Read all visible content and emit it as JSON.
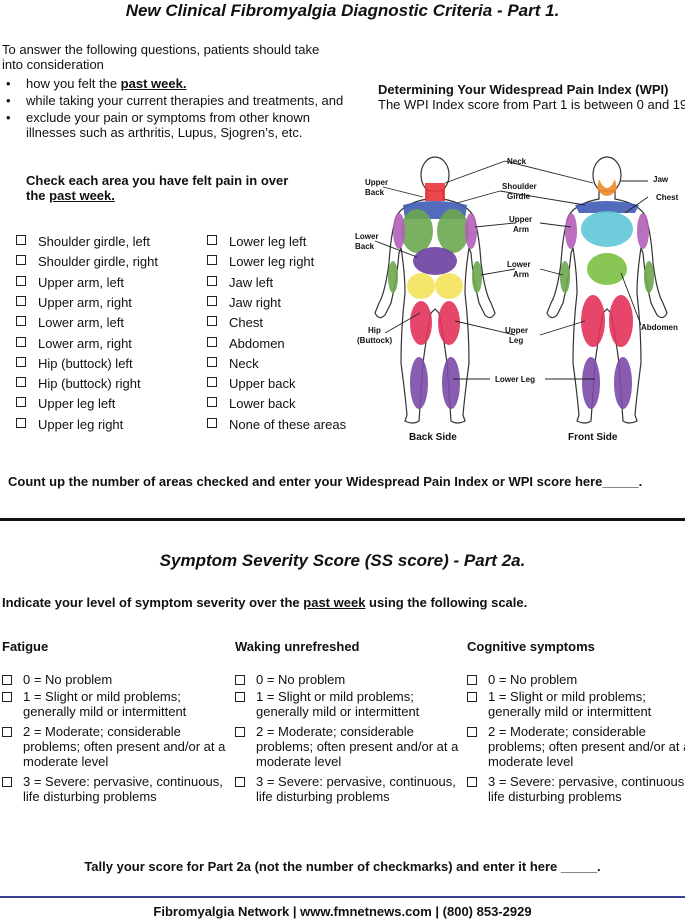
{
  "part1": {
    "title": "New Clinical Fibromyalgia Diagnostic Criteria - Part 1.",
    "intro": "To answer the following questions, patients should take into consideration",
    "bullets": [
      {
        "pre": "how you felt the ",
        "em": "past week.",
        "post": ""
      },
      {
        "pre": "while taking your current therapies and treatments, and",
        "em": "",
        "post": ""
      },
      {
        "pre": "exclude your pain or symptoms from other known",
        "em": "",
        "post": ""
      },
      {
        "pre": "illnesses such as arthritis, Lupus, Sjogren’s, etc.",
        "em": "",
        "post": ""
      }
    ],
    "wpi_heading": "Determining Your Widespread Pain Index (WPI)",
    "wpi_sub": "The WPI Index score from Part 1 is between 0 and 19.",
    "check_heading_1": "Check each area you have felt pain in over",
    "check_heading_2_pre": "the ",
    "check_heading_2_em": "past week.",
    "areas_left": [
      "Shoulder girdle, left",
      "Shoulder girdle, right",
      "Upper arm, left",
      "Upper arm, right",
      "Lower arm, left",
      "Lower arm, right",
      "Hip (buttock) left",
      "Hip (buttock) right",
      "Upper leg left",
      "Upper leg right"
    ],
    "areas_right": [
      "Lower leg left",
      "Lower leg right",
      "Jaw left",
      "Jaw right",
      "Chest",
      "Abdomen",
      "Neck",
      "Upper back",
      "Lower back",
      "None of these areas"
    ],
    "count_line": "Count up the number of areas checked and enter your Widespread Pain Index or WPI score here_____."
  },
  "diagram": {
    "labels": {
      "neck": "Neck",
      "upper_back_1": "Upper",
      "upper_back_2": "Back",
      "shoulder_1": "Shoulder",
      "shoulder_2": "Girdle",
      "upper_arm_1": "Upper",
      "upper_arm_2": "Arm",
      "lower_back_1": "Lower",
      "lower_back_2": "Back",
      "lower_arm_1": "Lower",
      "lower_arm_2": "Arm",
      "hip_1": "Hip",
      "hip_2": "(Buttock)",
      "upper_leg_1": "Upper",
      "upper_leg_2": "Leg",
      "lower_leg": "Lower Leg",
      "jaw": "Jaw",
      "chest": "Chest",
      "abdomen": "Abdomen",
      "back_side": "Back Side",
      "front_side": "Front Side"
    },
    "colors": {
      "neck": "#e8343a",
      "upper_back": "#3f5bb5",
      "arm_upper": "#6aa84f",
      "arm_lower": "#b45fb8",
      "lower_back": "#6a3fa0",
      "hip": "#f3e35a",
      "upper_leg": "#e3325a",
      "lower_leg": "#7b4aa8",
      "chest": "#5fc7d6",
      "abdomen": "#7bc043",
      "jaw": "#f08a2a"
    }
  },
  "part2": {
    "title": "Symptom Severity Score (SS score) - Part 2a.",
    "indicate_pre": "Indicate your level of symptom severity over the ",
    "indicate_em": "past week",
    "indicate_post": " using the following scale.",
    "columns": [
      "Fatigue",
      "Waking unrefreshed",
      "Cognitive symptoms"
    ],
    "options": [
      "0 = No problem",
      "1 = Slight or mild problems; generally mild or intermittent",
      "2 = Moderate; considerable problems; often present and/or at a moderate level",
      "3 = Severe: pervasive, continuous, life disturbing problems"
    ],
    "tally": "Tally your score for Part 2a (not the number of checkmarks) and enter it here _____."
  },
  "footer": "Fibromyalgia Network | www.fmnetnews.com | (800) 853-2929"
}
